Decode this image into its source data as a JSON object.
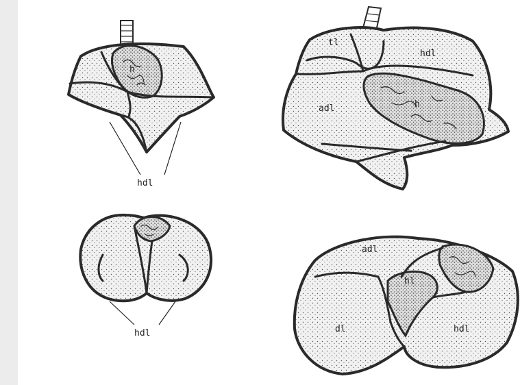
{
  "labels": {
    "fig_a_h": "h",
    "fig_a_hdl": "hdl",
    "fig_b_tl": "tl",
    "fig_b_hdl": "hdl",
    "fig_b_adl": "adl",
    "fig_b_h": "h",
    "fig_c_hdl": "hdl",
    "fig_d_adl": "adl",
    "fig_d_hl": "hl",
    "fig_d_dl": "dl",
    "fig_d_hdl": "hdl"
  },
  "colors": {
    "ink": "#2a2a2a",
    "paper": "#ffffff",
    "stipple": "#e9e9e9"
  }
}
